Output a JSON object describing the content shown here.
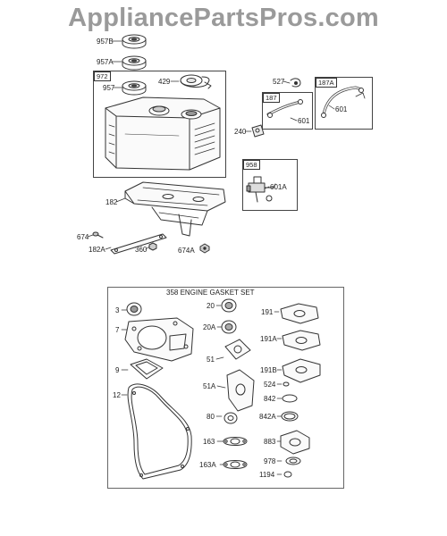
{
  "watermark": "AppliancePartsPros.com",
  "upper_section": {
    "callouts": [
      "957B",
      "957A",
      "957",
      "429",
      "527",
      "240",
      "601",
      "601",
      "601A",
      "182",
      "674",
      "182A",
      "360",
      "674A"
    ],
    "box_labels": [
      "972",
      "187",
      "187A",
      "958"
    ]
  },
  "gasket_set": {
    "title": "358 ENGINE GASKET SET",
    "callouts": [
      "3",
      "7",
      "9",
      "12",
      "20",
      "20A",
      "51",
      "51A",
      "80",
      "163",
      "163A",
      "191",
      "191A",
      "191B",
      "524",
      "842",
      "842A",
      "883",
      "978",
      "1194"
    ]
  },
  "colors": {
    "line": "#333333",
    "watermark": "#9a9a9a",
    "background": "#ffffff"
  }
}
